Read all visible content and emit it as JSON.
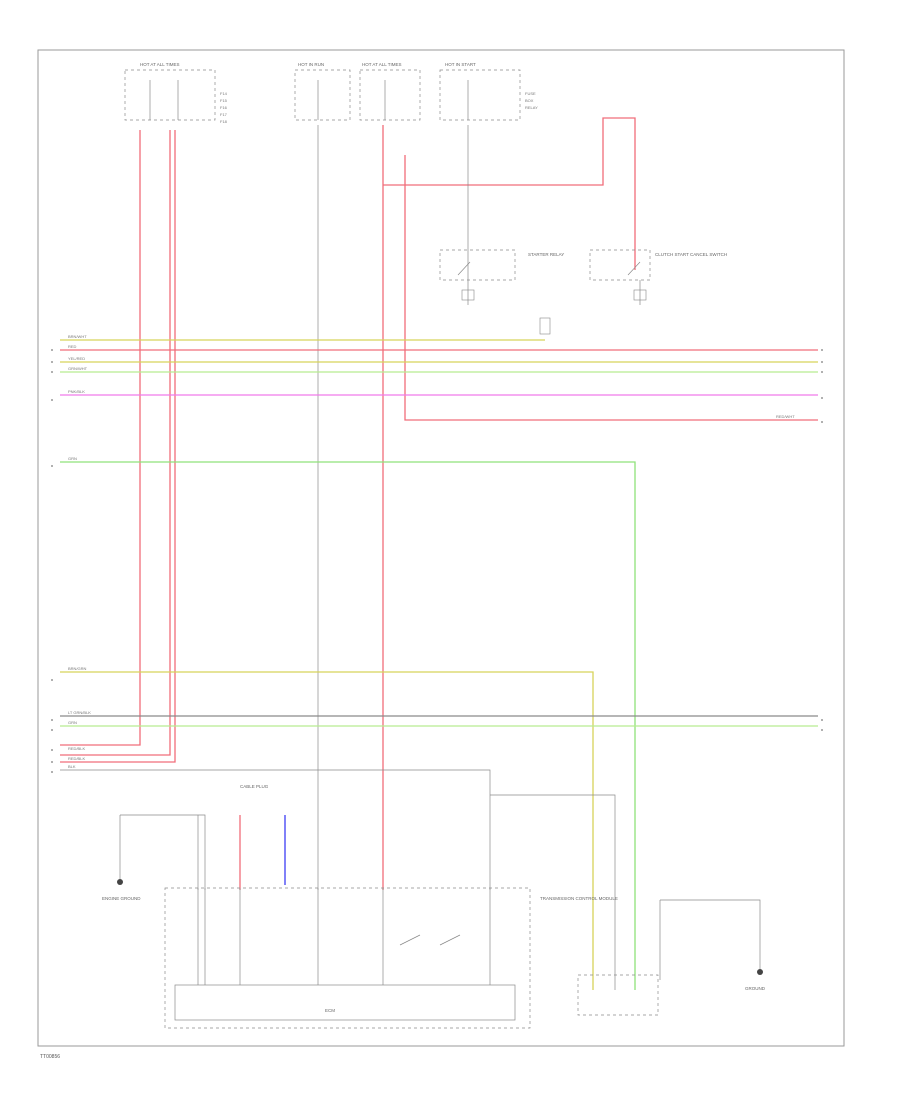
{
  "footer": {
    "diagram_code": "TT00856"
  },
  "colors": {
    "red": "#f06d7a",
    "yellow": "#d7d35a",
    "light_green": "#b8ec91",
    "green": "#8fe27a",
    "pink": "#f07be9",
    "blue": "#3d3df5",
    "gray": "#9a9a9a",
    "black": "#222222"
  },
  "components": {
    "fuse_box_left": {
      "title": "HOT AT ALL TIMES"
    },
    "fuse_box_mid": {
      "title": "HOT IN RUN"
    },
    "fuse_box_right": {
      "title": "HOT AT ALL TIMES"
    },
    "fuse_box_far": {
      "title": "HOT IN START"
    },
    "switch_left": {
      "label": "STARTER RELAY"
    },
    "switch_right": {
      "label": "CLUTCH START CANCEL SWITCH"
    },
    "engine_ground": {
      "label": "ENGINE GROUND"
    },
    "ecm": {
      "label": "ECM"
    },
    "tcm": {
      "label": "TRANSMISSION CONTROL MODULE"
    },
    "cable_unit": {
      "label": "CABLE PLUG"
    },
    "ground_right": {
      "label": "GROUND"
    }
  },
  "wire_labels": {
    "bus1": "BRN/WHT",
    "bus2": "RED",
    "bus3": "YEL/RED",
    "bus4": "GRN/WHT",
    "bus5": "PNK/BLK",
    "bus6": "RED/WHT",
    "bus7": "GRN",
    "bus8": "BRN/GRN",
    "bus9": "LT GRN/BLK",
    "bus10": "GRN",
    "bus11": "RED/BLK",
    "bus12": "RED/BLK",
    "bus13": "BLK"
  }
}
